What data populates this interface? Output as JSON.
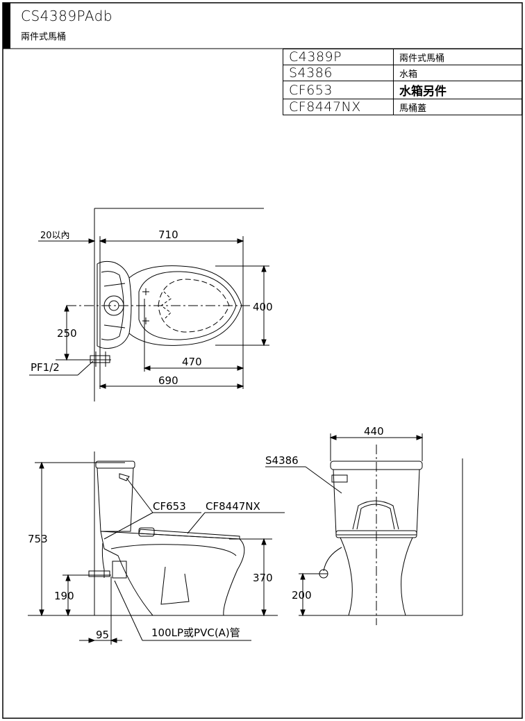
{
  "header": {
    "model_code": "CS4389PAdb",
    "model_name": "兩件式馬桶"
  },
  "parts": [
    {
      "code": "C4389P",
      "desc": "兩件式馬桶",
      "bold": false
    },
    {
      "code": "S4386",
      "desc": "水箱",
      "bold": false
    },
    {
      "code": "CF653",
      "desc": "水箱另件",
      "bold": true
    },
    {
      "code": "CF8447NX",
      "desc": "馬桶蓋",
      "bold": false
    }
  ],
  "top_view": {
    "dim_wall_gap": "20以內",
    "dim_overall_length": "710",
    "dim_width": "400",
    "dim_inlet_offset": "250",
    "dim_bowl_length": "470",
    "dim_supply_length": "690",
    "label_supply": "PF1/2"
  },
  "side_view": {
    "dim_height": "753",
    "dim_seat_height": "370",
    "dim_supply_height": "190",
    "dim_drain_offset": "95",
    "label_tank_fittings": "CF653",
    "label_seat": "CF8447NX",
    "label_drain": "100LP或PVC(A)管"
  },
  "front_view": {
    "dim_tank_width": "440",
    "dim_supply_height": "200",
    "label_tank": "S4386"
  }
}
